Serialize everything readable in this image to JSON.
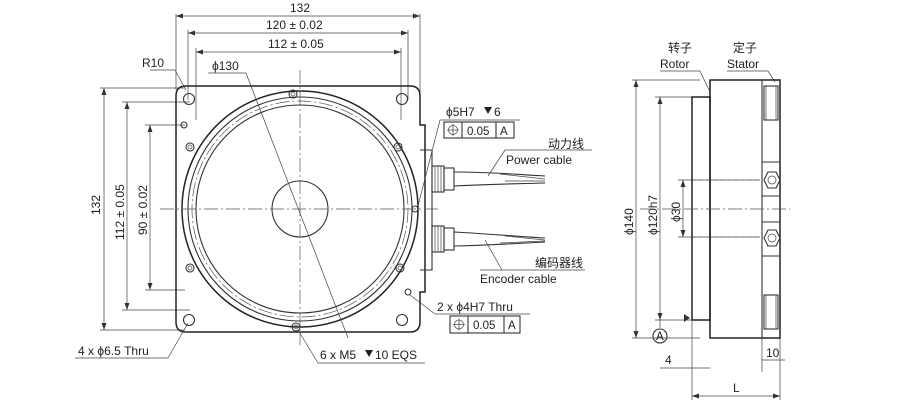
{
  "front_view": {
    "dim_overall_width": "132",
    "dim_hole_spacing_x": "120 ± 0.02",
    "dim_pin_spacing_x": "112 ± 0.05",
    "dim_overall_height": "132",
    "dim_hole_spacing_y": "112 ± 0.05",
    "dim_pin_spacing_y": "90 ± 0.02",
    "corner_radius": "R10",
    "bore_diameter": "ϕ130",
    "mounting_holes": "4 x ϕ6.5 Thru",
    "threaded_holes": "6 x M5",
    "threaded_depth": "10 EQS",
    "pin_holes": "2 x ϕ4H7 Thru",
    "pin_tolerance": "0.05",
    "pin_datum": "A",
    "center_hole": "ϕ5H7",
    "center_hole_depth": "6",
    "center_tolerance": "0.05",
    "center_datum": "A"
  },
  "cables": {
    "power_cn": "动力线",
    "power_en": "Power cable",
    "encoder_cn": "编码器线",
    "encoder_en": "Encoder cable"
  },
  "side_view": {
    "rotor_cn": "转子",
    "rotor_en": "Rotor",
    "stator_cn": "定子",
    "stator_en": "Stator",
    "dim_outer": "ϕ140",
    "dim_fit": "ϕ120h7",
    "dim_bore": "ϕ30",
    "datum": "A",
    "dim_offset": "4",
    "dim_width": "10",
    "dim_length": "L"
  }
}
